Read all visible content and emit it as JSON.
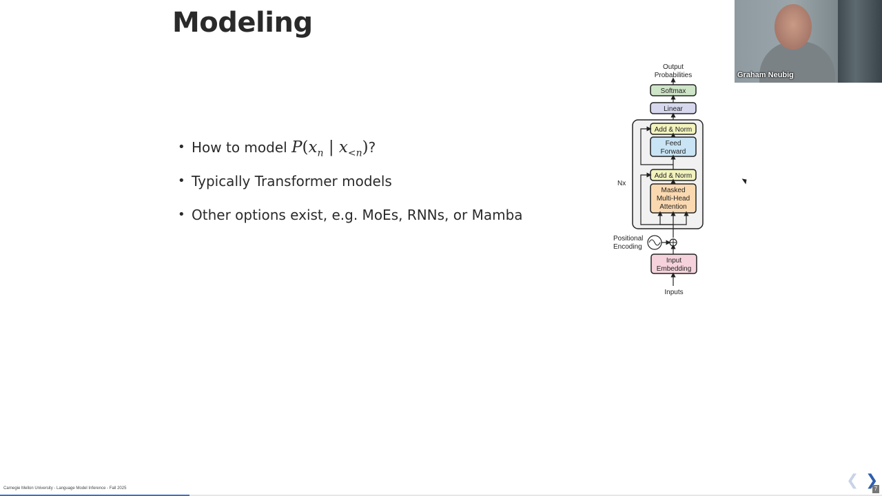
{
  "slide": {
    "title": "Modeling",
    "bullets": [
      {
        "text_before": "How to model ",
        "math": {
          "p": "P",
          "open": "(",
          "x": "x",
          "sub1": "n",
          "bar": "|",
          "x2": "x",
          "sub2": "<n",
          "close": ")"
        },
        "text_after": "?"
      },
      {
        "text": "Typically Transformer models"
      },
      {
        "text": "Other options exist, e.g. MoEs, RNNs, or Mamba"
      }
    ]
  },
  "diagram": {
    "output_label_1": "Output",
    "output_label_2": "Probabilities",
    "softmax": "Softmax",
    "linear": "Linear",
    "add_norm_top": "Add & Norm",
    "feed_forward_1": "Feed",
    "feed_forward_2": "Forward",
    "add_norm_bottom": "Add & Norm",
    "attention_1": "Masked",
    "attention_2": "Multi-Head",
    "attention_3": "Attention",
    "nx": "Nx",
    "pos_enc_1": "Positional",
    "pos_enc_2": "Encoding",
    "embed_1": "Input",
    "embed_2": "Embedding",
    "inputs": "Inputs",
    "colors": {
      "softmax": "#cfe5c8",
      "linear": "#d7d8ee",
      "add_norm": "#f2f3bd",
      "feed_forward": "#c9e4f4",
      "attention": "#fbd9b0",
      "embedding": "#f6d3dc",
      "block_bg": "#f1f1f1"
    }
  },
  "video": {
    "name": "Graham Neubig"
  },
  "footer": {
    "text": "Carnegie Mellon University - Language Model Inference - Fall 2025",
    "page": "7",
    "progress": 0.215,
    "accent": "#3b6fc4"
  },
  "nav": {
    "prev": "❮",
    "next": "❯"
  }
}
